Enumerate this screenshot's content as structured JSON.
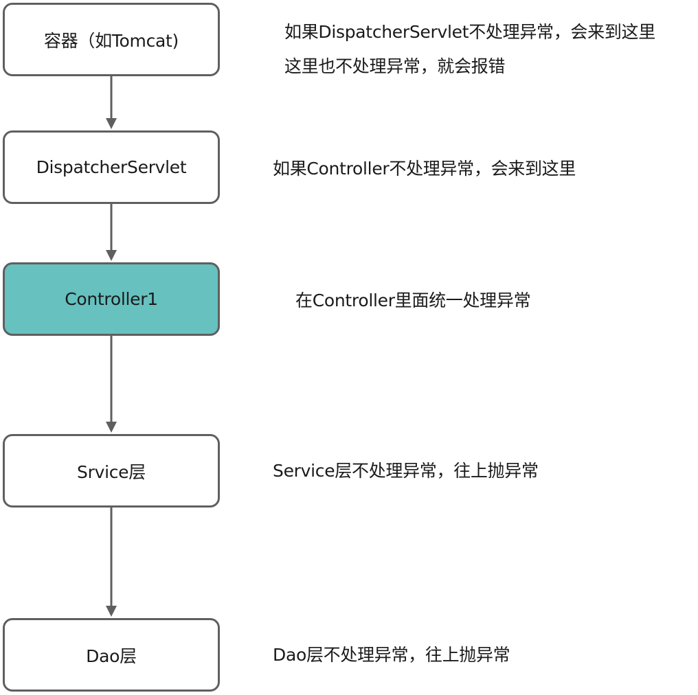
{
  "nodes": [
    {
      "label": "容器（如Tomcat)",
      "highlighted": false
    },
    {
      "label": "DispatcherServlet",
      "highlighted": false
    },
    {
      "label": "Controller1",
      "highlighted": true
    },
    {
      "label": "Srvice层",
      "highlighted": false
    },
    {
      "label": "Dao层",
      "highlighted": false
    }
  ],
  "notes": [
    {
      "lines": [
        "如果DispatcherServlet不处理异常，会来到这里",
        "这里也不处理异常，就会报错"
      ]
    },
    {
      "lines": [
        "如果Controller不处理异常，会来到这里"
      ]
    },
    {
      "lines": [
        "在Controller里面统一处理异常"
      ]
    },
    {
      "lines": [
        "Service层不处理异常，往上抛异常"
      ]
    },
    {
      "lines": [
        "Dao层不处理异常，往上抛异常"
      ]
    }
  ],
  "colors": {
    "highlight_fill": "#66c1bf",
    "stroke": "#5f5f5f"
  }
}
